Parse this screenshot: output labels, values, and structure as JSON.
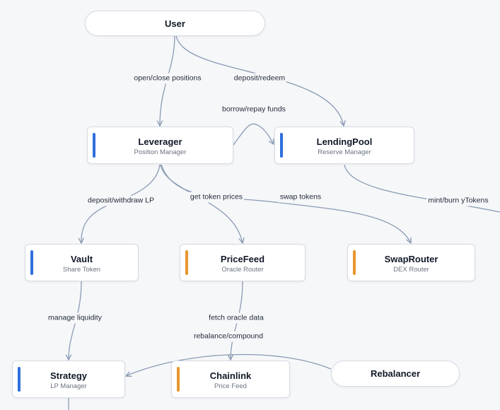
{
  "colors": {
    "blue": "#2f6fde",
    "orange": "#e8962e",
    "edge": "#8a9bb4"
  },
  "actors": {
    "user": "User",
    "rebalancer": "Rebalancer"
  },
  "nodes": {
    "leverager": {
      "title": "Leverager",
      "subtitle": "Position Manager",
      "accent": "blue"
    },
    "lendingpool": {
      "title": "LendingPool",
      "subtitle": "Reserve Manager",
      "accent": "blue"
    },
    "vault": {
      "title": "Vault",
      "subtitle": "Share Token",
      "accent": "blue"
    },
    "pricefeed": {
      "title": "PriceFeed",
      "subtitle": "Oracle Router",
      "accent": "orange"
    },
    "swaprouter": {
      "title": "SwapRouter",
      "subtitle": "DEX Router",
      "accent": "orange"
    },
    "strategy": {
      "title": "Strategy",
      "subtitle": "LP Manager",
      "accent": "blue"
    },
    "chainlink": {
      "title": "Chainlink",
      "subtitle": "Price Feed",
      "accent": "orange"
    }
  },
  "edges": {
    "open_close": "open/close positions",
    "deposit_redeem": "deposit/redeem",
    "borrow_repay": "borrow/repay funds",
    "deposit_withdraw": "deposit/withdraw LP",
    "get_prices": "get token prices",
    "swap_tokens": "swap tokens",
    "mint_burn": "mint/burn yTokens",
    "manage_liquidity": "manage liquidity",
    "fetch_oracle": "fetch oracle data",
    "rebalance": "rebalance/compound"
  }
}
